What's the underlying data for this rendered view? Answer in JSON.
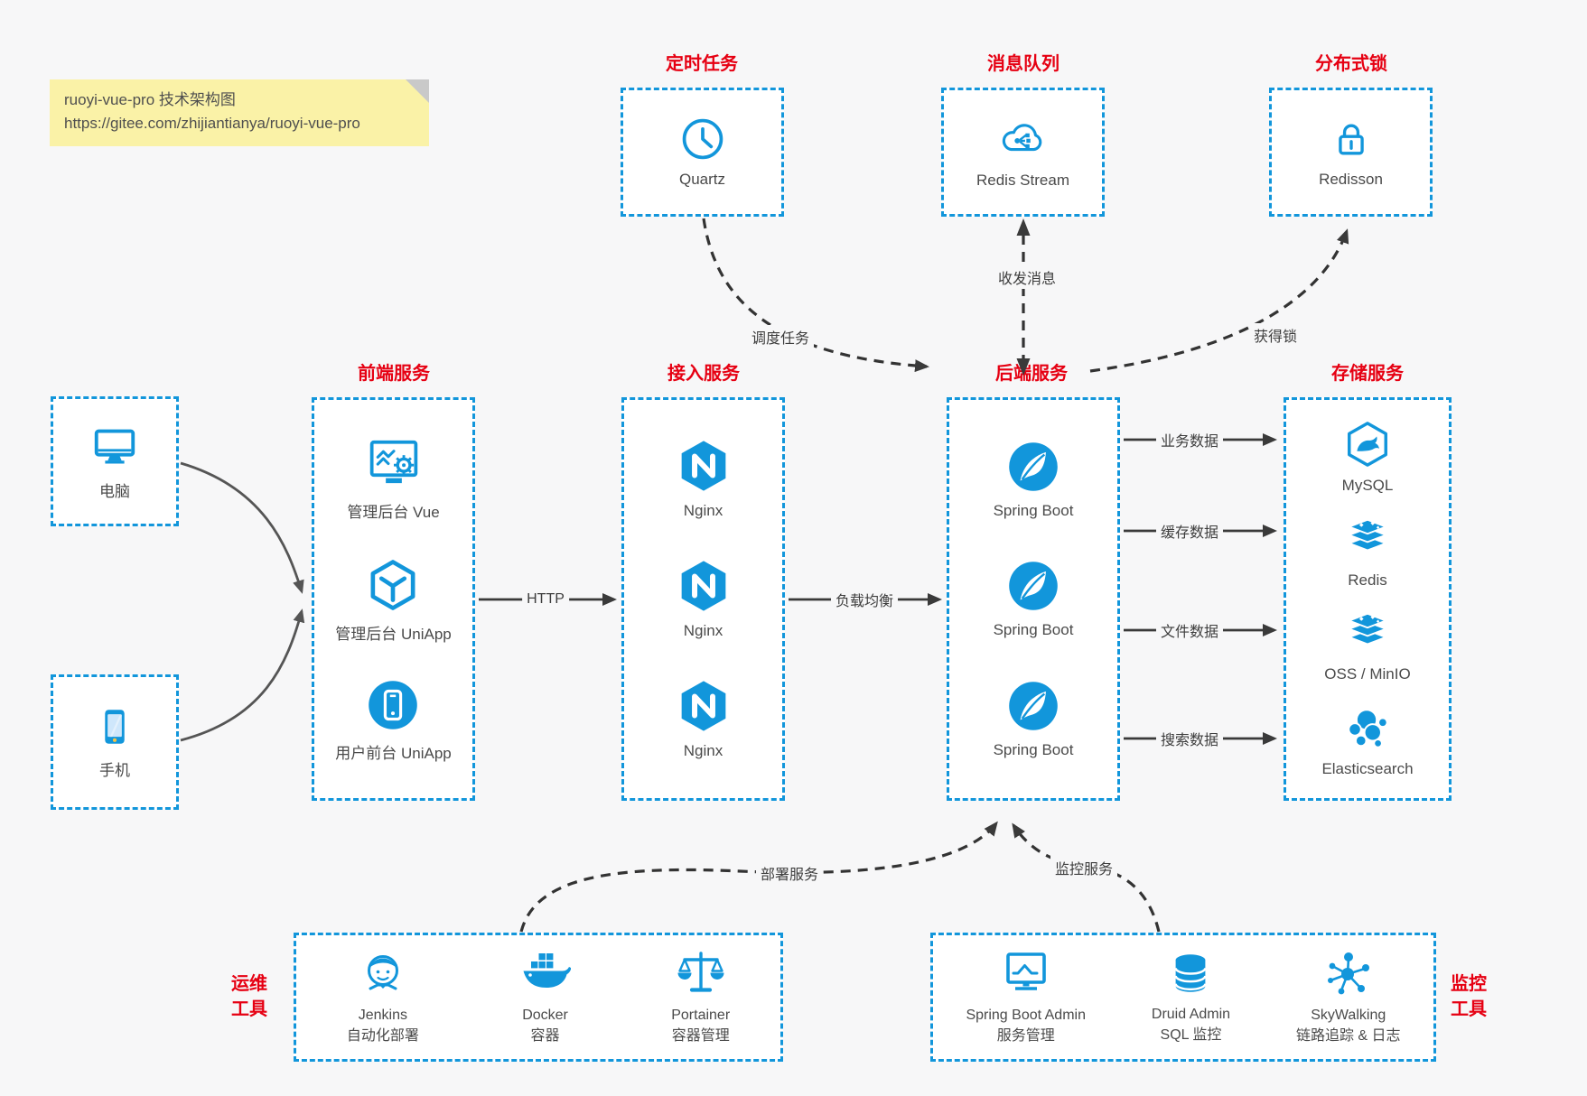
{
  "note": {
    "line1": "ruoyi-vue-pro 技术架构图",
    "line2": "https://gitee.com/zhijiantianya/ruoyi-vue-pro"
  },
  "colors": {
    "blue": "#1296db",
    "red": "#e60012",
    "background": "#f7f7f8",
    "note_background": "#faf2a7"
  },
  "groups": {
    "scheduled": {
      "title": "定时任务",
      "items": [
        {
          "label": "Quartz",
          "icon": "clock-icon"
        }
      ]
    },
    "mq": {
      "title": "消息队列",
      "items": [
        {
          "label": "Redis Stream",
          "icon": "cloud-stream-icon"
        }
      ]
    },
    "dlock": {
      "title": "分布式锁",
      "items": [
        {
          "label": "Redisson",
          "icon": "lock-icon"
        }
      ]
    },
    "clients": {
      "items": [
        {
          "label": "电脑",
          "icon": "desktop-icon"
        },
        {
          "label": "手机",
          "icon": "mobile-icon"
        }
      ]
    },
    "frontend": {
      "title": "前端服务",
      "items": [
        {
          "label": "管理后台 Vue",
          "icon": "admin-vue-icon"
        },
        {
          "label": "管理后台 UniApp",
          "icon": "uniapp-cube-icon"
        },
        {
          "label": "用户前台 UniApp",
          "icon": "user-app-icon"
        }
      ]
    },
    "access": {
      "title": "接入服务",
      "items": [
        {
          "label": "Nginx",
          "icon": "nginx-icon"
        },
        {
          "label": "Nginx",
          "icon": "nginx-icon"
        },
        {
          "label": "Nginx",
          "icon": "nginx-icon"
        }
      ]
    },
    "backend": {
      "title": "后端服务",
      "items": [
        {
          "label": "Spring Boot",
          "icon": "spring-icon"
        },
        {
          "label": "Spring Boot",
          "icon": "spring-icon"
        },
        {
          "label": "Spring Boot",
          "icon": "spring-icon"
        }
      ]
    },
    "storage": {
      "title": "存储服务",
      "items": [
        {
          "label": "MySQL",
          "icon": "mysql-icon"
        },
        {
          "label": "Redis",
          "icon": "redis-stack-icon"
        },
        {
          "label": "OSS / MinIO",
          "icon": "oss-stack-icon"
        },
        {
          "label": "Elasticsearch",
          "icon": "elasticsearch-icon"
        }
      ]
    },
    "ops": {
      "title_line1": "运维",
      "title_line2": "工具",
      "items": [
        {
          "label": "Jenkins",
          "sub": "自动化部署",
          "icon": "jenkins-icon"
        },
        {
          "label": "Docker",
          "sub": "容器",
          "icon": "docker-icon"
        },
        {
          "label": "Portainer",
          "sub": "容器管理",
          "icon": "portainer-icon"
        }
      ]
    },
    "monitoring_tools": {
      "title_line1": "监控",
      "title_line2": "工具",
      "items": [
        {
          "label": "Spring Boot Admin",
          "sub": "服务管理",
          "icon": "boot-admin-icon"
        },
        {
          "label": "Druid Admin",
          "sub": "SQL 监控",
          "icon": "druid-icon"
        },
        {
          "label": "SkyWalking",
          "sub": "链路追踪 & 日志",
          "icon": "skywalking-icon"
        }
      ]
    }
  },
  "edges": {
    "http": "HTTP",
    "load_balance": "负载均衡",
    "schedule": "调度任务",
    "message": "收发消息",
    "lock": "获得锁",
    "business": "业务数据",
    "cache": "缓存数据",
    "file": "文件数据",
    "search": "搜索数据",
    "deploy": "部署服务",
    "monitor": "监控服务"
  }
}
